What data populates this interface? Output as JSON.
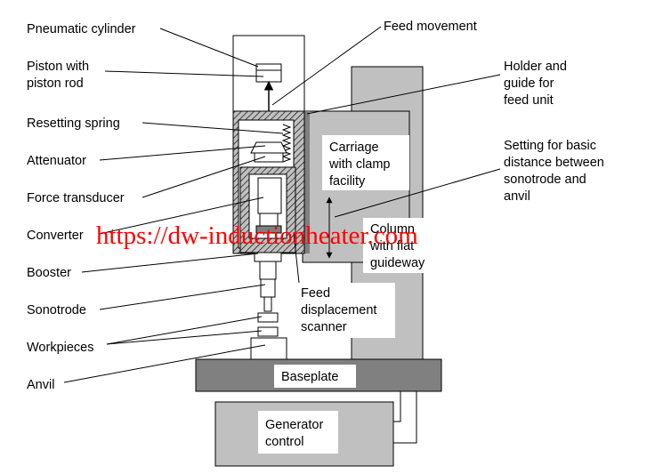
{
  "labels": {
    "pneumatic_cylinder": "Pneumatic cylinder",
    "piston_line1": "Piston with",
    "piston_line2": "piston rod",
    "resetting_spring": "Resetting spring",
    "attenuator": "Attenuator",
    "force_transducer": "Force transducer",
    "converter": "Converter",
    "booster": "Booster",
    "sonotrode": "Sonotrode",
    "workpieces": "Workpieces",
    "anvil": "Anvil",
    "feed_movement": "Feed movement",
    "holder_line1": "Holder and",
    "holder_line2": "guide for",
    "holder_line3": "feed unit",
    "setting_line1": "Setting for basic",
    "setting_line2": "distance between",
    "setting_line3": "sonotrode and",
    "setting_line4": "anvil",
    "carriage_line1": "Carriage",
    "carriage_line2": "with clamp",
    "carriage_line3": "facility",
    "column_line1": "Column",
    "column_line2": "with flat",
    "column_line3": "guideway",
    "feed_disp_line1": "Feed",
    "feed_disp_line2": "displacement",
    "feed_disp_line3": "scanner",
    "baseplate": "Baseplate",
    "generator_line1": "Generator",
    "generator_line2": "control"
  },
  "watermark": "https://dw-inductionheater.com",
  "colors": {
    "gray": "#c0c0c0",
    "dark_gray": "#808080",
    "line": "#000000",
    "watermark": "#ff0000"
  }
}
